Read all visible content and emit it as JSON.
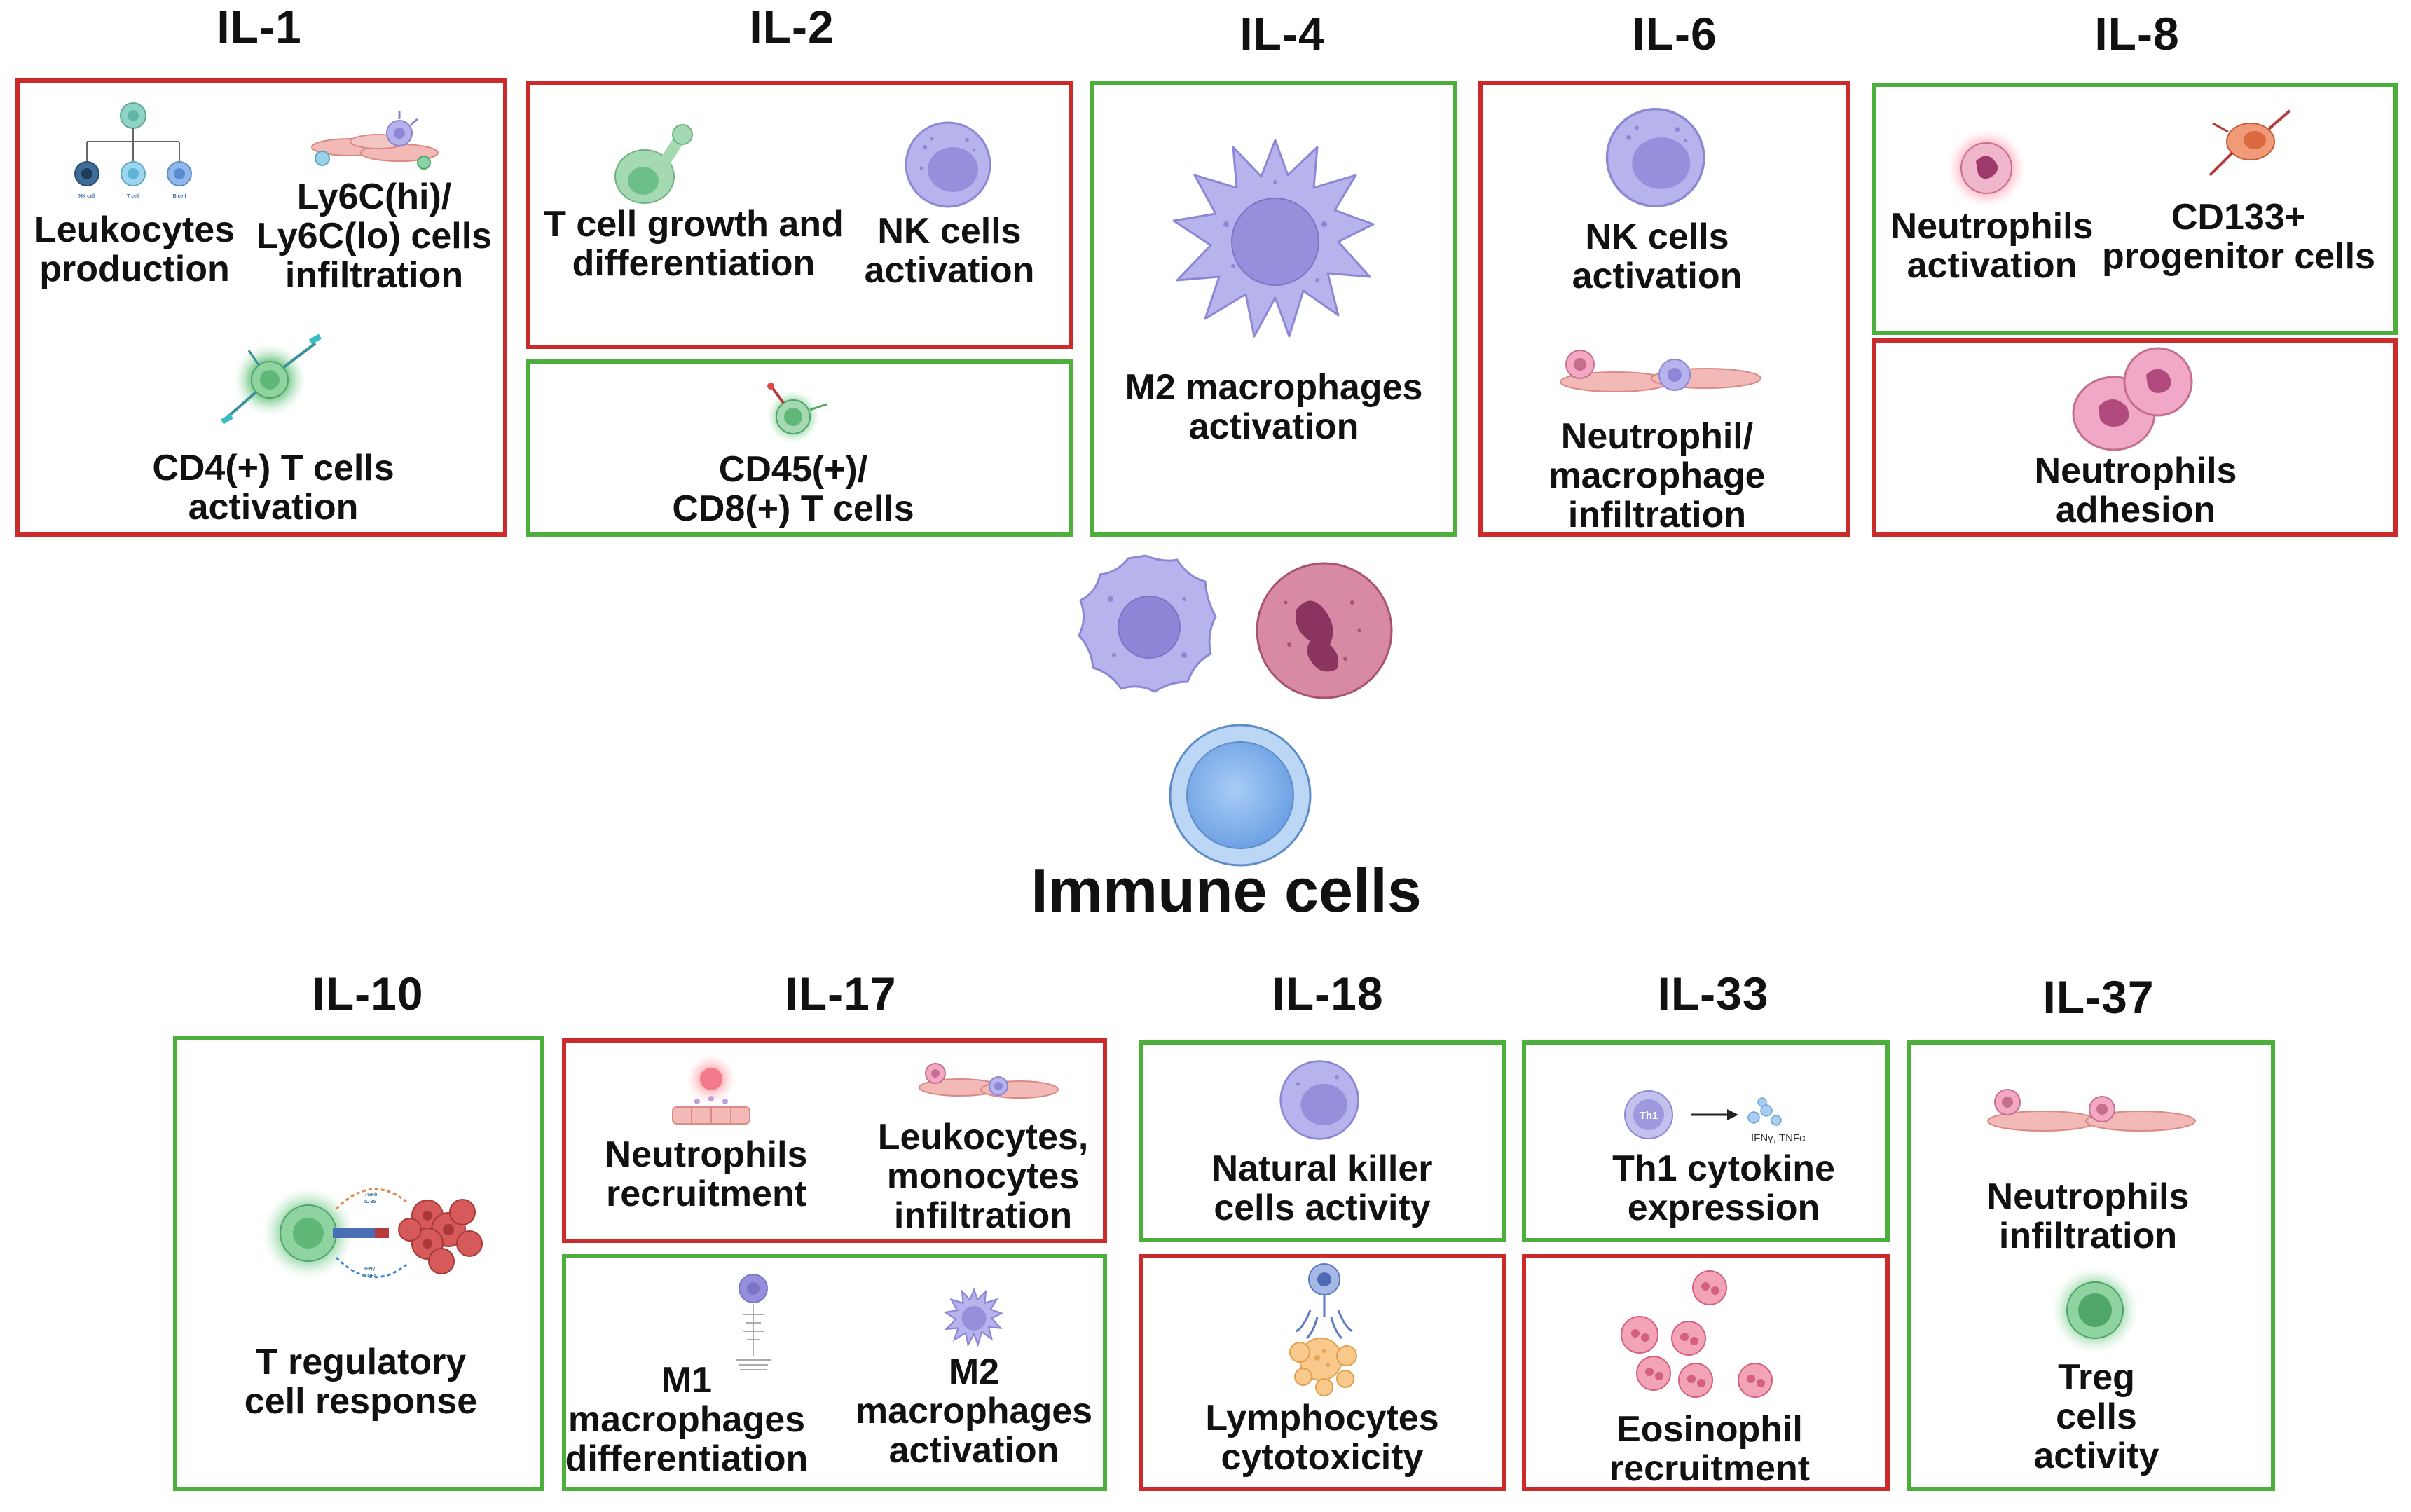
{
  "center": {
    "label": "Immune cells"
  },
  "interleukins": [
    {
      "name": "IL-1",
      "boxes": [
        {
          "outcome": "red",
          "items": [
            {
              "label": "Leukocytes production",
              "lines": [
                "Leukocytes",
                "production"
              ],
              "icon": "leukocyte-lineage-icon",
              "mini_labels": [
                "NK cell",
                "T cell",
                "B cell"
              ]
            },
            {
              "label": "Ly6C(hi)/ Ly6C(lo) cells infiltration",
              "lines": [
                "Ly6C(hi)/",
                "Ly6C(lo) cells",
                "infiltration"
              ],
              "icon": "cell-infiltration-icon"
            },
            {
              "label": "CD4(+) T cells activation",
              "lines": [
                "CD4(+) T cells",
                "activation"
              ],
              "icon": "t-cell-icon"
            }
          ]
        }
      ]
    },
    {
      "name": "IL-2",
      "boxes": [
        {
          "outcome": "red",
          "items": [
            {
              "label": "T cell growth and differentiation",
              "lines": [
                "T cell growth and",
                "differentiation"
              ],
              "icon": "t-cell-dividing-icon"
            },
            {
              "label": "NK cells activation",
              "lines": [
                "NK cells",
                "activation"
              ],
              "icon": "nk-cell-icon"
            }
          ]
        },
        {
          "outcome": "green",
          "items": [
            {
              "label": "CD45(+)/ CD8(+) T cells",
              "lines": [
                "CD45(+)/",
                "CD8(+) T cells"
              ],
              "icon": "t-cell-receptor-icon"
            }
          ]
        }
      ]
    },
    {
      "name": "IL-4",
      "boxes": [
        {
          "outcome": "green",
          "items": [
            {
              "label": "M2 macrophages activation",
              "lines": [
                "M2 macrophages",
                "activation"
              ],
              "icon": "macrophage-icon"
            }
          ]
        }
      ]
    },
    {
      "name": "IL-6",
      "boxes": [
        {
          "outcome": "red",
          "items": [
            {
              "label": "NK cells activation",
              "lines": [
                "NK cells",
                "activation"
              ],
              "icon": "nk-cell-icon"
            },
            {
              "label": "Neutrophil/ macrophage infiltration",
              "lines": [
                "Neutrophil/",
                "macrophage",
                "infiltration"
              ],
              "icon": "tissue-infiltration-icon"
            }
          ]
        }
      ]
    },
    {
      "name": "IL-8",
      "boxes": [
        {
          "outcome": "green",
          "items": [
            {
              "label": "Neutrophils activation",
              "lines": [
                "Neutrophils",
                "activation"
              ],
              "icon": "neutrophil-icon"
            },
            {
              "label": "CD133+ progenitor cells",
              "lines": [
                "CD133+",
                "progenitor cells"
              ],
              "icon": "progenitor-cell-icon"
            }
          ]
        },
        {
          "outcome": "red",
          "items": [
            {
              "label": "Neutrophils adhesion",
              "lines": [
                "Neutrophils",
                "adhesion"
              ],
              "icon": "neutrophil-pair-icon"
            }
          ]
        }
      ]
    },
    {
      "name": "IL-10",
      "boxes": [
        {
          "outcome": "green",
          "items": [
            {
              "label": "T regulatory cell response",
              "lines": [
                "T regulatory",
                "cell response"
              ],
              "icon": "treg-tumor-icon",
              "mini_labels": [
                "TGFb",
                "IL-35",
                "IFNy",
                "TNFa"
              ]
            }
          ]
        }
      ]
    },
    {
      "name": "IL-17",
      "boxes": [
        {
          "outcome": "red",
          "items": [
            {
              "label": "Neutrophils recruitment",
              "lines": [
                "Neutrophils",
                "recruitment"
              ],
              "icon": "endothelium-signal-icon"
            },
            {
              "label": "Leukocytes, monocytes infiltration",
              "lines": [
                "Leukocytes,",
                "monocytes",
                "infiltration"
              ],
              "icon": "tissue-infiltration-icon"
            }
          ]
        },
        {
          "outcome": "green",
          "items": [
            {
              "label": "M1 macrophages differentiation",
              "lines": [
                "M1",
                "macrophages",
                "differentiation"
              ],
              "icon": "macrophage-differentiation-icon"
            },
            {
              "label": "M2 macrophages activation",
              "lines": [
                "M2",
                "macrophages",
                "activation"
              ],
              "icon": "macrophage-icon"
            }
          ]
        }
      ]
    },
    {
      "name": "IL-18",
      "boxes": [
        {
          "outcome": "green",
          "items": [
            {
              "label": "Natural killer cells activity",
              "lines": [
                "Natural killer",
                "cells activity"
              ],
              "icon": "nk-cell-icon"
            }
          ]
        },
        {
          "outcome": "red",
          "items": [
            {
              "label": "Lymphocytes cytotoxicity",
              "lines": [
                "Lymphocytes",
                "cytotoxicity"
              ],
              "icon": "cytotoxic-lymphocyte-icon"
            }
          ]
        }
      ]
    },
    {
      "name": "IL-33",
      "boxes": [
        {
          "outcome": "green",
          "items": [
            {
              "label": "Th1 cytokine expression",
              "lines": [
                "Th1 cytokine",
                "expression"
              ],
              "icon": "th1-cell-icon",
              "mini_labels": [
                "Th1",
                "IFNγ, TNFα"
              ]
            }
          ]
        },
        {
          "outcome": "red",
          "items": [
            {
              "label": "Eosinophil recruitment",
              "lines": [
                "Eosinophil",
                "recruitment"
              ],
              "icon": "eosinophil-cluster-icon"
            }
          ]
        }
      ]
    },
    {
      "name": "IL-37",
      "boxes": [
        {
          "outcome": "green",
          "items": [
            {
              "label": "Neutrophils infiltration",
              "lines": [
                "Neutrophils",
                "infiltration"
              ],
              "icon": "tissue-infiltration-icon"
            },
            {
              "label": "Treg cells activity",
              "lines": [
                "Treg",
                "cells",
                "activity"
              ],
              "icon": "treg-cell-icon"
            }
          ]
        }
      ]
    }
  ],
  "colors": {
    "outcome_red": "#cc2b2b",
    "outcome_green": "#4cae3b",
    "macrophage": "#a9a6e0",
    "neutrophil": "#c46f8e",
    "lymphocyte": "#8fb8ec",
    "t_cell": "#7cc88f"
  }
}
